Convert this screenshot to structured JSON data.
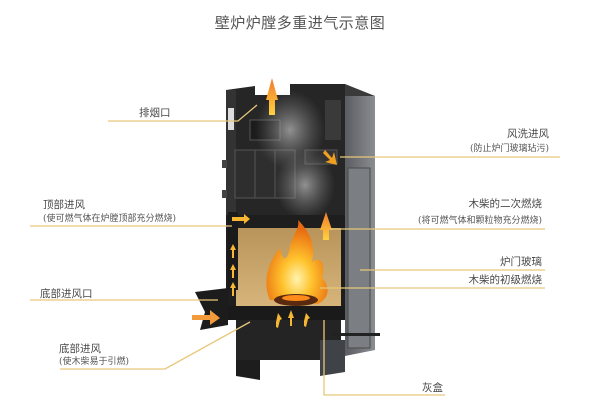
{
  "title": "壁炉炉膛多重进气示意图",
  "colors": {
    "leader_line": "#e8c77a",
    "stove_body": "#2b2b2b",
    "stove_side": "#6c6f73",
    "firebox_lining": "#c9a45c",
    "flame": "#f5a623",
    "arrow": "#f7b733"
  },
  "labels": {
    "flue": {
      "main": "排烟口"
    },
    "top_air": {
      "main": "顶部进风",
      "sub": "(使可燃气体在炉膛顶部充分燃烧)"
    },
    "bottom_air_inlet": {
      "main": "底部进风口"
    },
    "bottom_air": {
      "main": "底部进风",
      "sub": "(使木柴易于引燃)"
    },
    "airwash": {
      "main": "风洗进风",
      "sub": "(防止炉门玻璃玷污)"
    },
    "secondary_combustion": {
      "main": "木柴的二次燃烧",
      "sub": "(将可燃气体和颗粒物充分燃烧)"
    },
    "door_glass": {
      "main": "炉门玻璃"
    },
    "primary_combustion": {
      "main": "木柴的初级燃烧"
    },
    "ash_box": {
      "main": "灰盒"
    }
  }
}
